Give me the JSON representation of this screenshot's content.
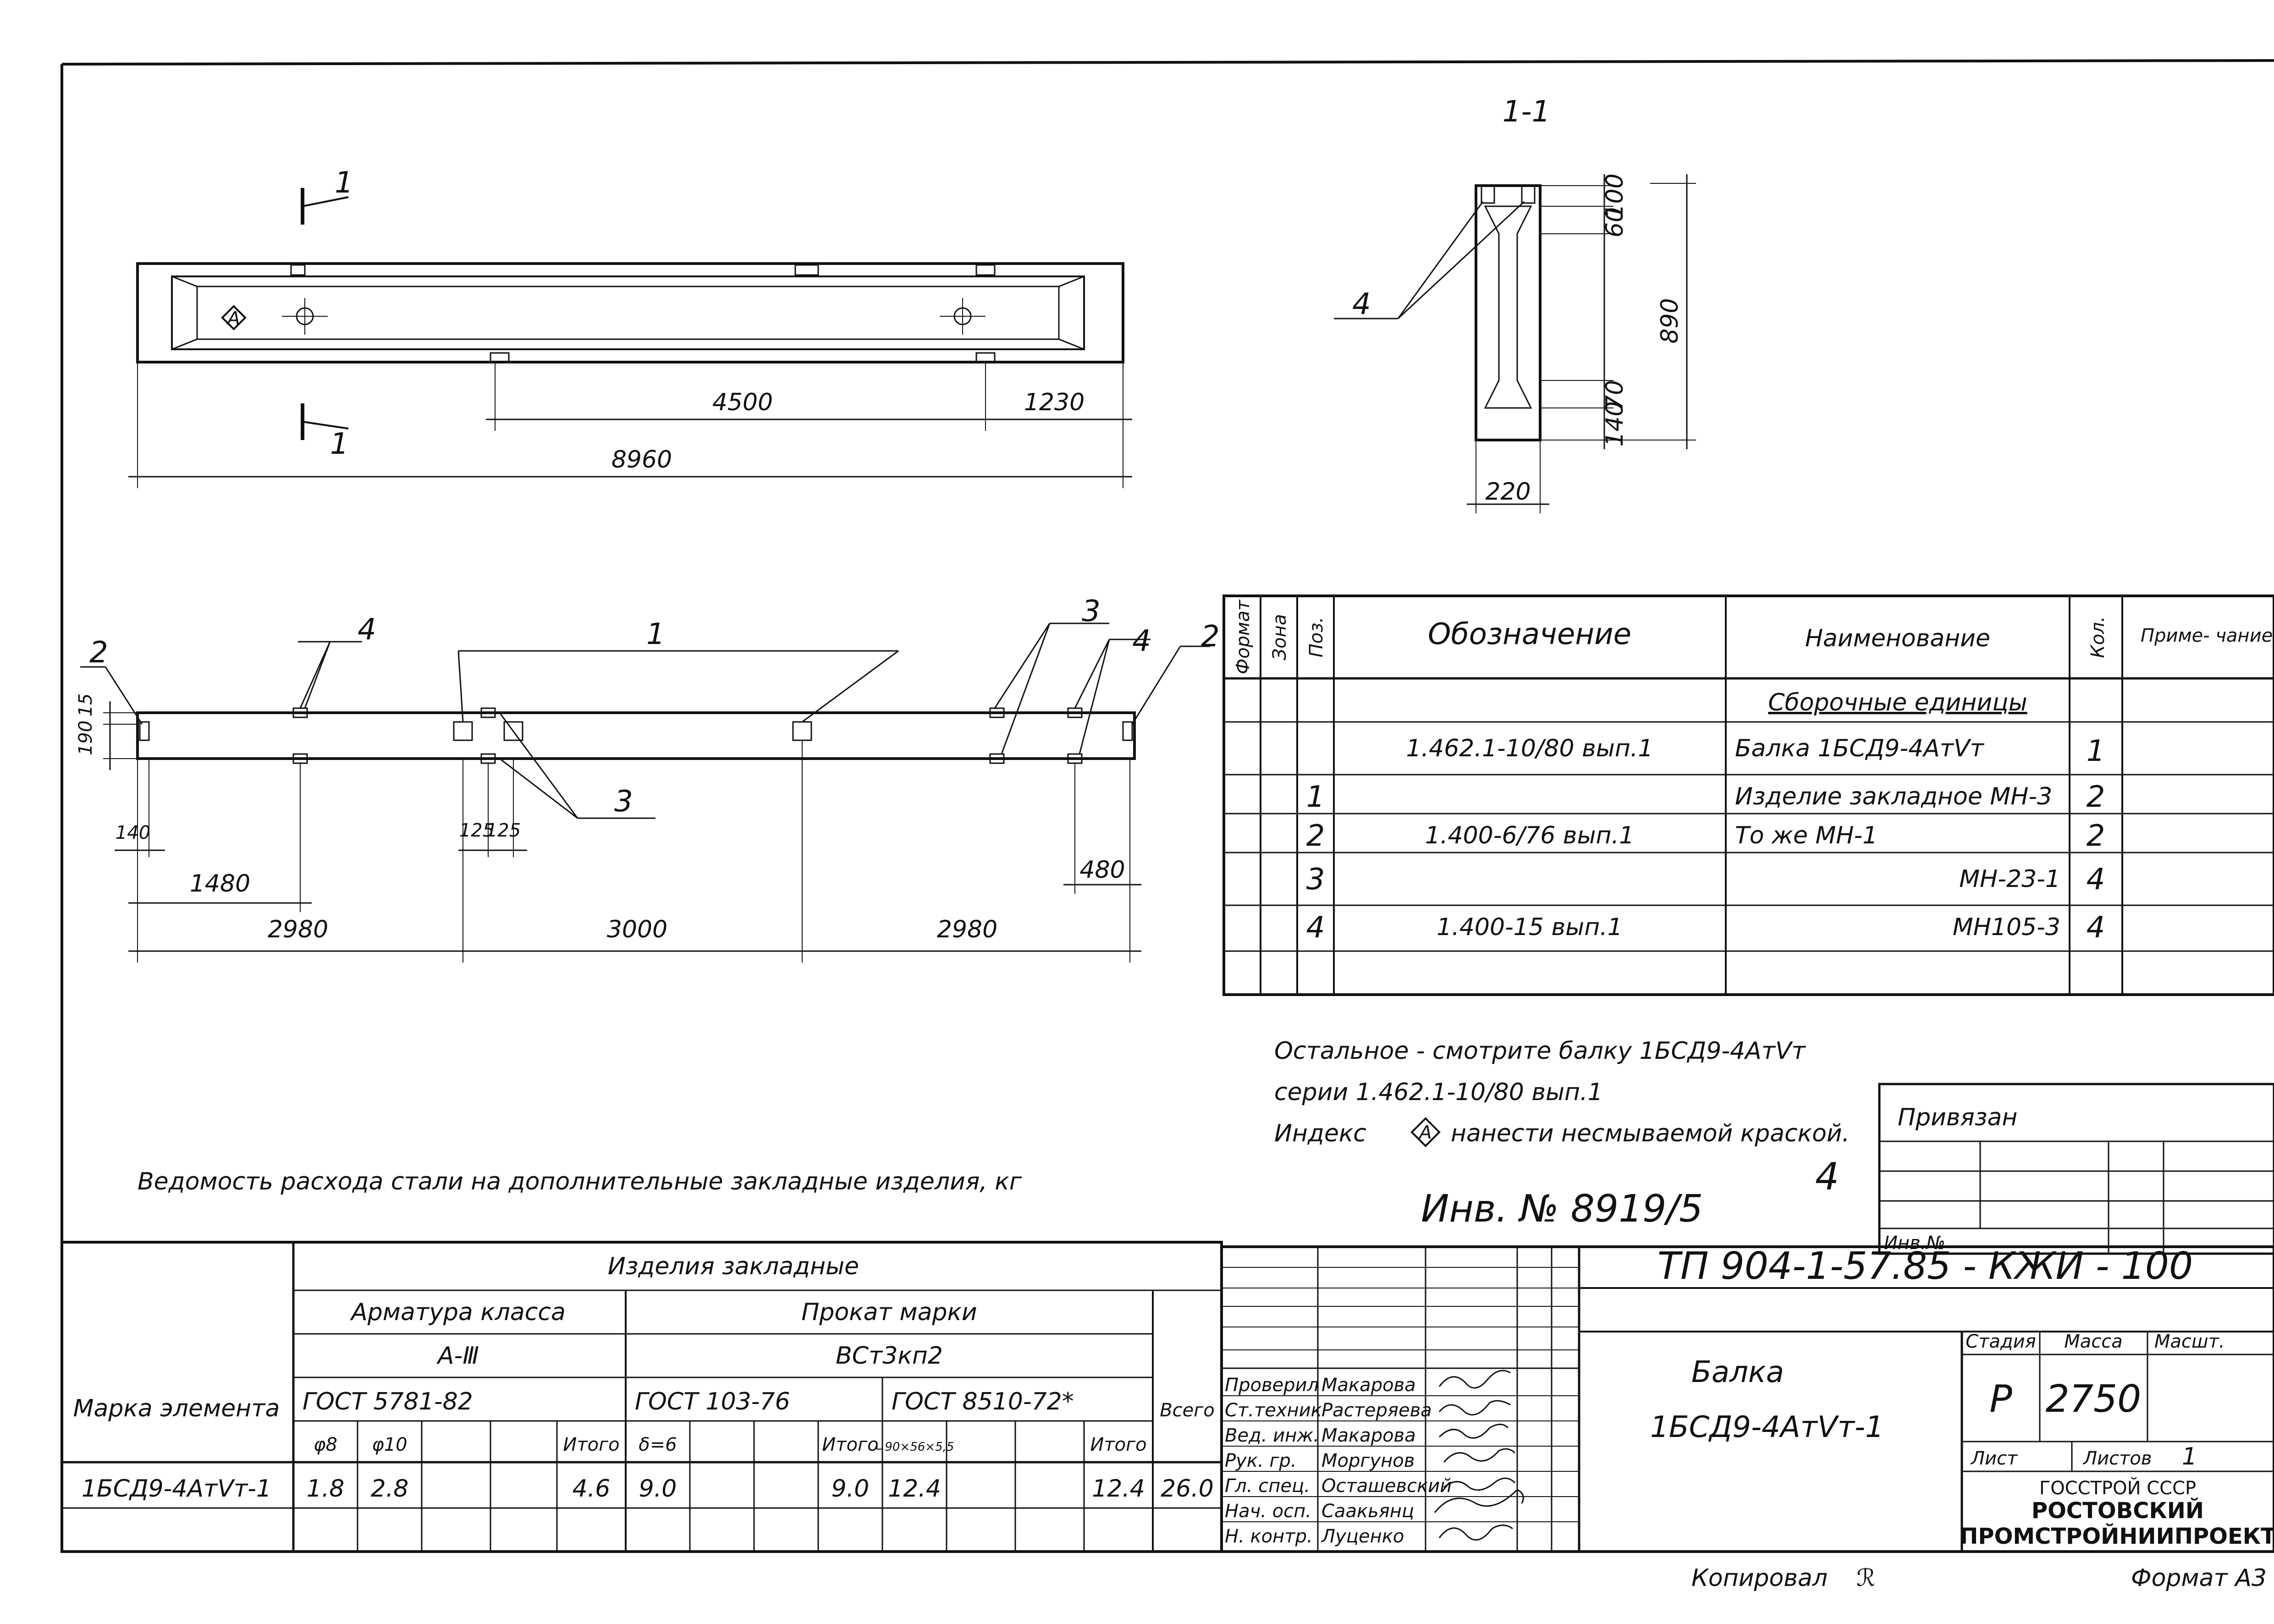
{
  "plan_dims": {
    "d1": "4500",
    "d2": "1230",
    "total": "8960"
  },
  "section_marks": {
    "top": "1",
    "bottom": "1"
  },
  "section": {
    "title": "1-1",
    "h1": "100",
    "h2": "60",
    "h3": "70",
    "h4": "140",
    "total_h": "890",
    "width": "220",
    "leader": "4"
  },
  "elevation": {
    "callouts": {
      "c1": "1",
      "c2": "2",
      "c2r": "2",
      "c3a": "3",
      "c3b": "3",
      "c4a": "4",
      "c4b": "4"
    },
    "dims": {
      "h190": "190",
      "h15": "15",
      "d140": "140",
      "d1480": "1480",
      "d125a": "125",
      "d125b": "125",
      "d480": "480",
      "s1": "2980",
      "s2": "3000",
      "s3": "2980"
    }
  },
  "spec": {
    "headers": {
      "format": "Формат",
      "zone": "Зона",
      "pos": "Поз.",
      "designation": "Обозначение",
      "name": "Наименование",
      "qty": "Кол.",
      "note": "Приме- чание"
    },
    "section_title": "Сборочные единицы",
    "rows": [
      {
        "pos": "",
        "designation": "1.462.1-10/80 вып.1",
        "name": "Балка 1БСД9-4АтⅤт",
        "qty": "1"
      },
      {
        "pos": "1",
        "designation": "",
        "name": "Изделие закладное МН-3",
        "qty": "2"
      },
      {
        "pos": "2",
        "designation": "1.400-6/76 вып.1",
        "name": "То же       МН-1",
        "qty": "2"
      },
      {
        "pos": "3",
        "designation": "",
        "name": "МН-23-1",
        "qty": "4"
      },
      {
        "pos": "4",
        "designation": "1.400-15 вып.1",
        "name": "МН105-3",
        "qty": "4"
      }
    ]
  },
  "notes": {
    "line1": "Остальное - смотрите балку 1БСД9-4АтⅤт",
    "line2": "серии 1.462.1-10/80 вып.1",
    "line3_a": "Индекс",
    "line3_sym": "А",
    "line3_b": "нанести несмываемой краской."
  },
  "inv_number": "Инв. № 8919/5",
  "page_mark": "4",
  "binding": {
    "title": "Привязан",
    "inv": "Инв.№"
  },
  "steel": {
    "title": "Ведомость расхода стали на дополнительные закладные изделия, кг",
    "h_items": "Изделия закладные",
    "h_rebar": "Арматура класса",
    "h_rebar_class": "А-Ⅲ",
    "h_rolled": "Прокат марки",
    "h_rolled_grade": "ВСт3кп2",
    "h_mark": "Марка элемента",
    "h_total": "Всего",
    "h_gost1": "ГОСТ 5781-82",
    "h_gost2": "ГОСТ 103-76",
    "h_gost3": "ГОСТ 8510-72*",
    "sub": [
      "φ8",
      "φ10",
      "",
      "",
      "Итого",
      "δ=6",
      "",
      "",
      "Итого",
      "∟90×56×5,5",
      "",
      "",
      "",
      "Итого"
    ],
    "row": {
      "mark": "1БСД9-4АтⅤт-1",
      "vals": [
        "1.8",
        "2.8",
        "",
        "",
        "4.6",
        "9.0",
        "",
        "",
        "9.0",
        "12.4",
        "",
        "",
        "",
        "12.4"
      ],
      "total": "26.0"
    }
  },
  "title_block": {
    "code": "ТП 904-1-57.85 - КЖИ - 100",
    "name": "Балка",
    "element": "1БСД9-4АтⅤт-1",
    "stage_label": "Стадия",
    "mass_label": "Масса",
    "scale_label": "Масшт.",
    "stage": "Р",
    "mass": "2750",
    "sheet_label": "Лист",
    "sheets_label": "Листов",
    "sheets": "1",
    "org1": "ГОССТРОЙ СССР",
    "org2": "РОСТОВСКИЙ",
    "org3": "ПРОМСТРОЙНИИПРОЕКТ",
    "people": [
      {
        "role": "Проверил",
        "name": "Макарова"
      },
      {
        "role": "Ст.техник",
        "name": "Растеряева"
      },
      {
        "role": "Вед. инж.",
        "name": "Макарова"
      },
      {
        "role": "Рук. гр.",
        "name": "Моргунов"
      },
      {
        "role": "Гл. спец.",
        "name": "Осташевский"
      },
      {
        "role": "Нач. осп.",
        "name": "Саакьянц"
      },
      {
        "role": "Н. контр.",
        "name": "Луценко"
      }
    ]
  },
  "footer": {
    "copied": "Копировал",
    "format": "Формат А3"
  }
}
